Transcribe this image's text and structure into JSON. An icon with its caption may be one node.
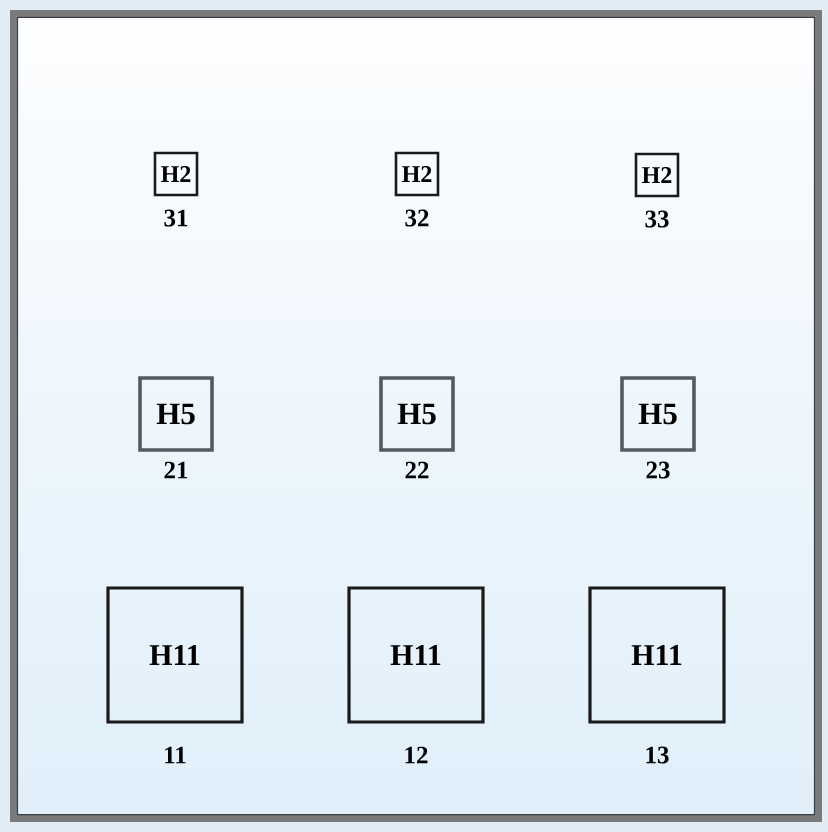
{
  "diagram": {
    "nodes": [
      {
        "text": [
          "H2"
        ],
        "beside": [
          "31"
        ]
      },
      {
        "text": [
          "H2"
        ],
        "beside": [
          "32"
        ]
      },
      {
        "text": [
          "H2"
        ],
        "beside": [
          "33"
        ]
      },
      {
        "text": [
          "H5"
        ],
        "beside": [
          "21"
        ]
      },
      {
        "text": [
          "H5"
        ],
        "beside": [
          "22"
        ]
      },
      {
        "text": [
          "H5"
        ],
        "beside": [
          "23"
        ]
      },
      {
        "text": [
          "H11"
        ],
        "beside": [
          "11"
        ]
      },
      {
        "text": [
          "H11"
        ],
        "beside": [
          "12"
        ]
      },
      {
        "text": [
          "H11"
        ],
        "beside": [
          "13"
        ]
      }
    ]
  }
}
